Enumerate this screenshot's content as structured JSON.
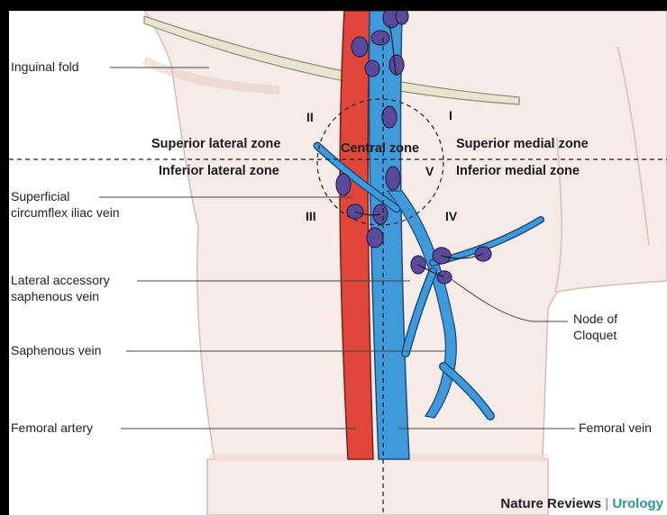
{
  "labels": {
    "inguinal_fold": "Inguinal fold",
    "superficial_circumflex": [
      "Superficial",
      "circumflex iliac vein"
    ],
    "lateral_accessory": [
      "Lateral accessory",
      "saphenous vein"
    ],
    "saphenous_vein": "Saphenous vein",
    "femoral_artery": "Femoral artery",
    "node_of_cloquet": [
      "Node of",
      "Cloquet"
    ],
    "femoral_vein": "Femoral vein"
  },
  "zones": {
    "superior_lateral": "Superior lateral zone",
    "central": "Central zone",
    "superior_medial": "Superior medial zone",
    "inferior_lateral": "Inferior lateral zone",
    "inferior_medial": "Inferior medial zone"
  },
  "numerals": {
    "I": "I",
    "II": "II",
    "III": "III",
    "IV": "IV",
    "V": "V"
  },
  "credit": {
    "journal": "Nature Reviews",
    "separator": "|",
    "section": "Urology"
  },
  "colors": {
    "skin": "#f7ebe8",
    "artery": "#e0463a",
    "vein": "#3e9ad8",
    "node": "#5a4a9a",
    "ligament": "#e8e4d0"
  }
}
